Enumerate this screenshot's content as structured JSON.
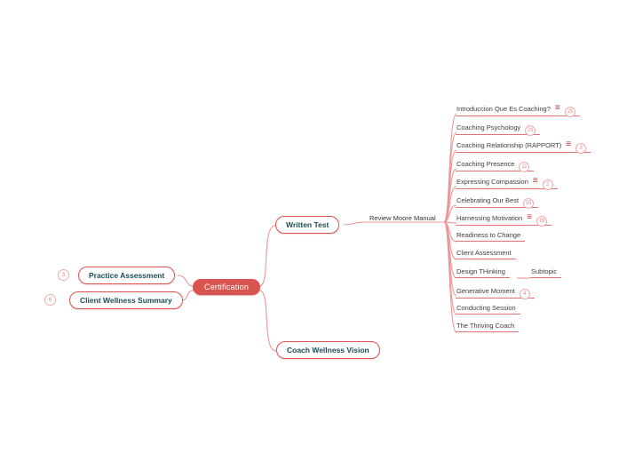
{
  "colors": {
    "center_fill": "#d9534f",
    "node_border": "#e05252",
    "line": "#ec9595",
    "underline": "#e57373",
    "topic_text": "#1c4c52",
    "leaf_text": "#3d3d3d",
    "badge": "#e98585"
  },
  "center": {
    "label": "Certification"
  },
  "left": {
    "topics": [
      {
        "label": "Practice Assessment",
        "badge": "3"
      },
      {
        "label": "Client Wellness Summary",
        "badge": "6"
      }
    ]
  },
  "right": {
    "written_test": {
      "label": "Written Test"
    },
    "review_node": {
      "label": "Review  Moore Manual"
    },
    "coach_wellness": {
      "label": "Coach Wellness Vision"
    },
    "leaves": [
      {
        "label": "Introduccion  Que Es Coaching?",
        "notes": "≡",
        "badge": "15"
      },
      {
        "label": "Coaching Psychology",
        "badge": "29"
      },
      {
        "label": "Coaching Relationship (RAPPORT)",
        "notes": "≡",
        "badge": "3"
      },
      {
        "label": "Coaching Presence",
        "badge": "11"
      },
      {
        "label": "Expressing Compassion",
        "notes": "≡",
        "badge": "2"
      },
      {
        "label": "Celebrating Our Best",
        "badge": "15"
      },
      {
        "label": "Harnessing Motivation",
        "notes": "≡",
        "badge": "19"
      },
      {
        "label": "Readiness to Change"
      },
      {
        "label": "Client Assessment"
      },
      {
        "label": "Design THinking",
        "subtopic": "Subtopic"
      },
      {
        "label": "Generative Moment",
        "badge": "4"
      },
      {
        "label": "Conducting Session"
      },
      {
        "label": "The Thriving Coach"
      }
    ]
  }
}
